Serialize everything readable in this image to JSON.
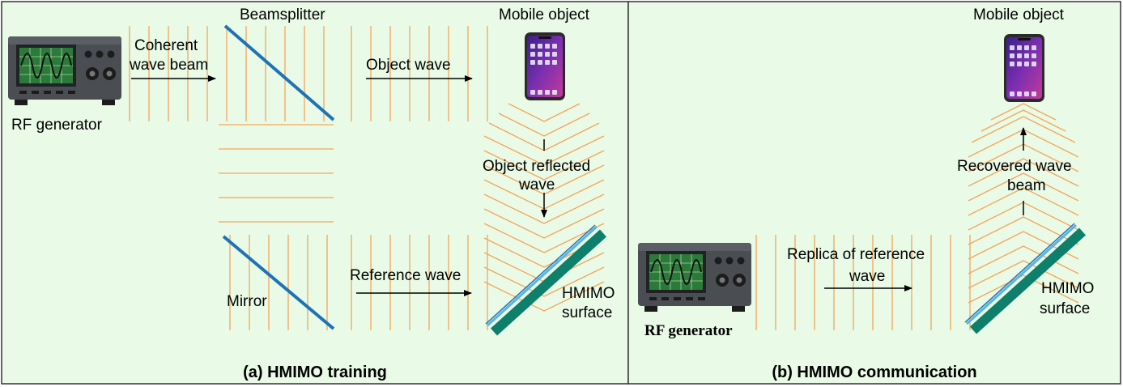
{
  "panels": {
    "training": {
      "caption": "(a) HMIMO training",
      "labels": {
        "beamsplitter": "Beamsplitter",
        "mobile_object": "Mobile object",
        "coherent_1": "Coherent",
        "coherent_2": "wave beam",
        "rf_generator": "RF generator",
        "object_wave": "Object wave",
        "reflected_1": "Object reflected",
        "reflected_2": "wave",
        "reference_wave": "Reference wave",
        "mirror": "Mirror",
        "hmimo_1": "HMIMO",
        "hmimo_2": "surface"
      }
    },
    "communication": {
      "caption": "(b) HMIMO communication",
      "labels": {
        "mobile_object": "Mobile object",
        "recovered_1": "Recovered wave",
        "recovered_2": "beam",
        "replica_1": "Replica of reference",
        "replica_2": "wave",
        "rf_generator": "RF generator",
        "hmimo_1": "HMIMO",
        "hmimo_2": "surface"
      }
    }
  },
  "colors": {
    "background": "#e9fbe6",
    "wavefront": "#f5a55a",
    "beam_element": "#1f72b6",
    "surface": "#0e7f6a",
    "surface_edge": "#5bb5e0",
    "phone_screen": "#6a2fa8",
    "generator_screen": "#2c7a3a"
  },
  "icons": [
    "rf-generator-icon",
    "smartphone-icon"
  ]
}
